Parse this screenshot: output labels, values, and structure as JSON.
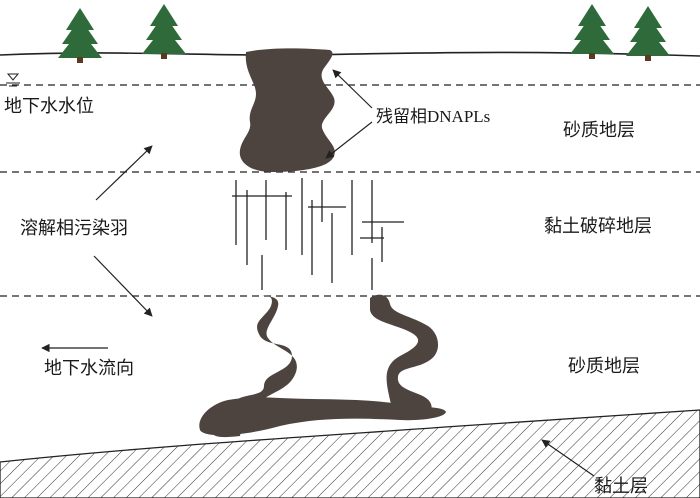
{
  "labels": {
    "water_table": "地下水水位",
    "residual_dnapl": "残留相DNAPLs",
    "dissolved_plume": "溶解相污染羽",
    "flow_direction": "地下水流向",
    "sand_layer_upper": "砂质地层",
    "fractured_clay_layer": "黏土破碎地层",
    "sand_layer_lower": "砂质地层",
    "clay_layer": "黏土层"
  },
  "icons": {
    "water_table_marker": "water-table-triangle-icon",
    "tree": "tree-icon"
  },
  "colors": {
    "dnapl": "#4d4440",
    "tree": "#2f6b3a",
    "line": "#222222"
  }
}
